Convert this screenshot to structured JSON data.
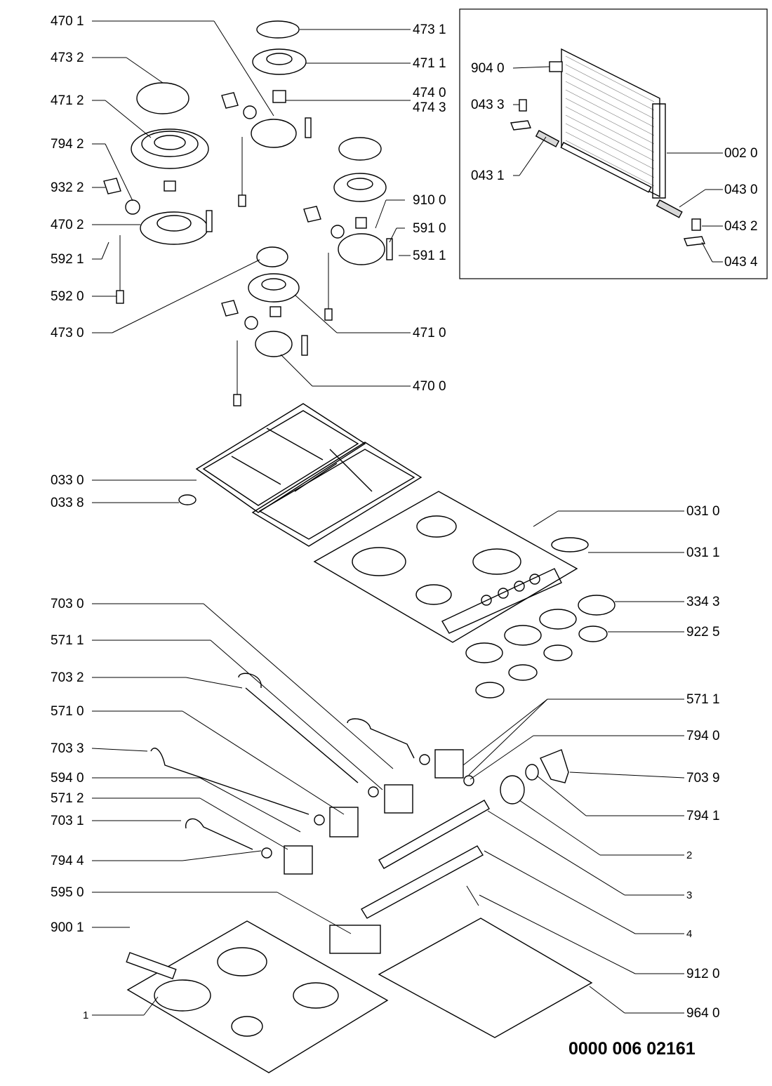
{
  "drawing_number": "0000 006 02161",
  "labels": {
    "l4701": "470 1",
    "l4732": "473 2",
    "l4712": "471 2",
    "l7942": "794 2",
    "l9322": "932 2",
    "l4702": "470 2",
    "l5921": "592 1",
    "l5920": "592 0",
    "l4730": "473 0",
    "l4731": "473 1",
    "l4711": "471 1",
    "l4740": "474 0",
    "l4743": "474 3",
    "l9100": "910 0",
    "l5910": "591 0",
    "l5911": "591 1",
    "l4710": "471 0",
    "l4700": "470 0",
    "l9040": "904 0",
    "l0433": "043 3",
    "l0431": "043 1",
    "l0020": "002 0",
    "l0430": "043 0",
    "l0432": "043 2",
    "l0434": "043 4",
    "l0330": "033 0",
    "l0338": "033 8",
    "l0310": "031 0",
    "l0311": "031 1",
    "l3343": "334 3",
    "l9225": "922 5",
    "l7030": "703 0",
    "l5711a": "571 1",
    "l7032": "703 2",
    "l5710": "571 0",
    "l7033": "703 3",
    "l5940": "594 0",
    "l5712": "571 2",
    "l7031": "703 1",
    "l7944": "794 4",
    "l5950": "595 0",
    "l9001": "900 1",
    "l1": "1",
    "l5711b": "571 1",
    "l7940": "794 0",
    "l7039": "703 9",
    "l7941": "794 1",
    "l2": "2",
    "l3": "3",
    "l4": "4",
    "l9120": "912 0",
    "l9640": "964 0"
  }
}
